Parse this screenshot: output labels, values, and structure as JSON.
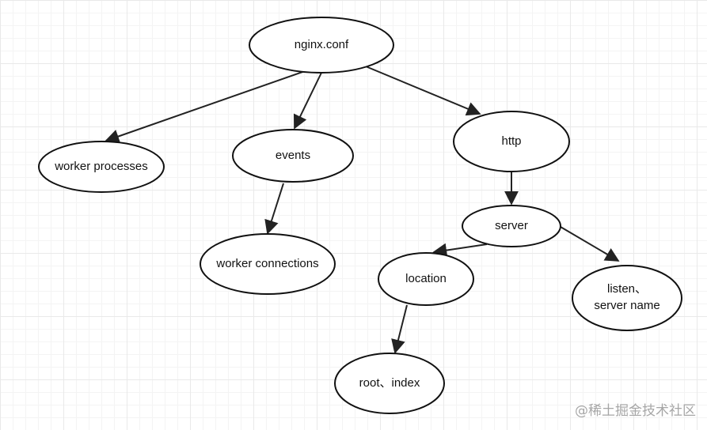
{
  "nodes": {
    "nginx_conf": "nginx.conf",
    "worker_processes": "worker  processes",
    "events": "events",
    "http": "http",
    "worker_connections": "worker  connections",
    "server": "server",
    "location": "location",
    "listen": "listen、",
    "server_name": "server  name",
    "root_index": "root、index"
  },
  "watermark": "@稀土掘金技术社区",
  "colors": {
    "stroke": "#111111",
    "grid": "#e9e9e9",
    "background": "#ffffff"
  }
}
